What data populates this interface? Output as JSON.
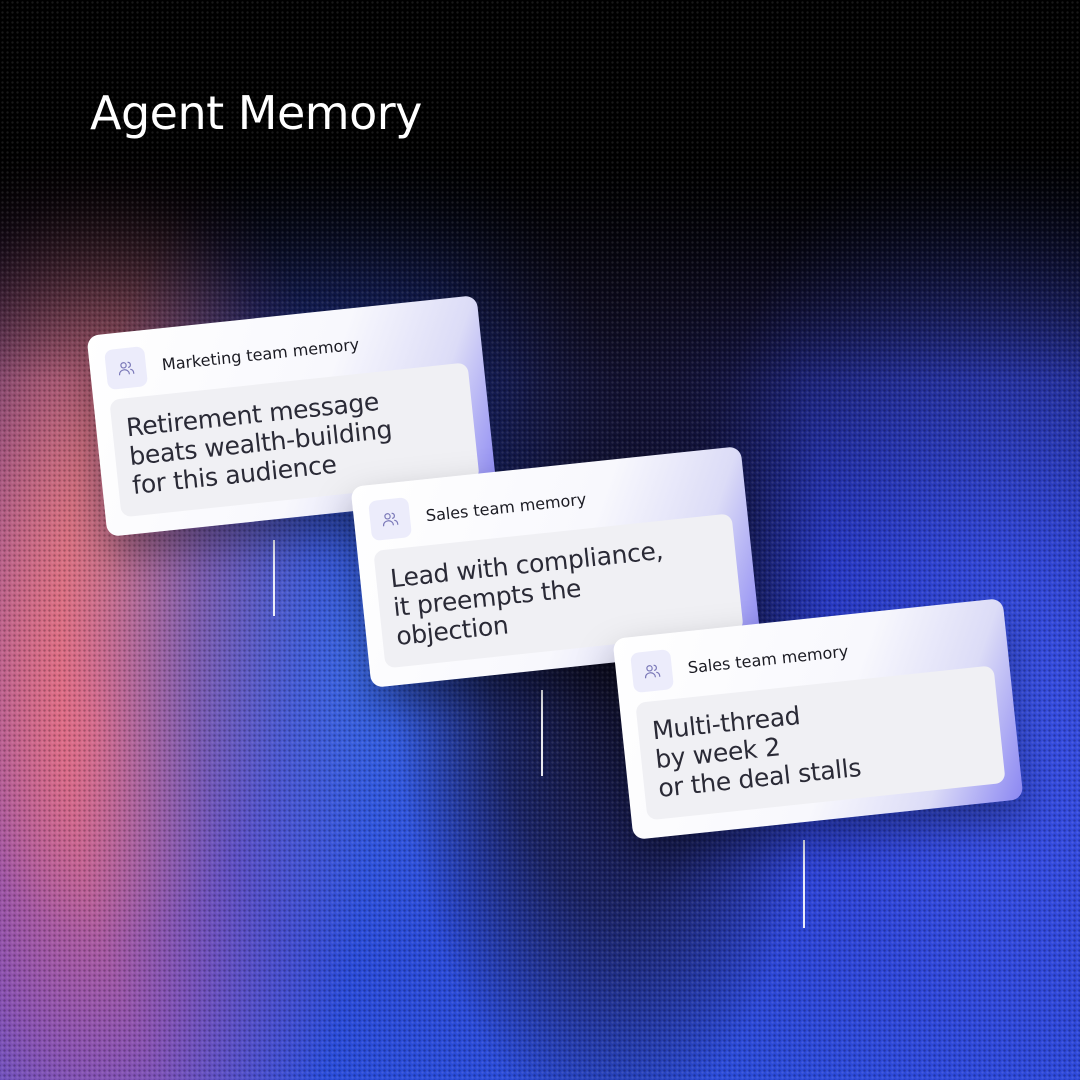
{
  "title": "Agent Memory",
  "cards": [
    {
      "label": "Marketing team memory",
      "text": "Retirement message\nbeats wealth-building\nfor this audience",
      "icon": "users-icon"
    },
    {
      "label": "Sales team memory",
      "text": "Lead with compliance,\nit preempts the\nobjection",
      "icon": "users-icon"
    },
    {
      "label": "Sales team memory",
      "text": "Multi-thread\nby week 2\nor the deal stalls",
      "icon": "users-icon"
    }
  ],
  "colors": {
    "accent": "#7b74f0",
    "card_bg": "#ffffff",
    "text": "#2a2a36"
  }
}
